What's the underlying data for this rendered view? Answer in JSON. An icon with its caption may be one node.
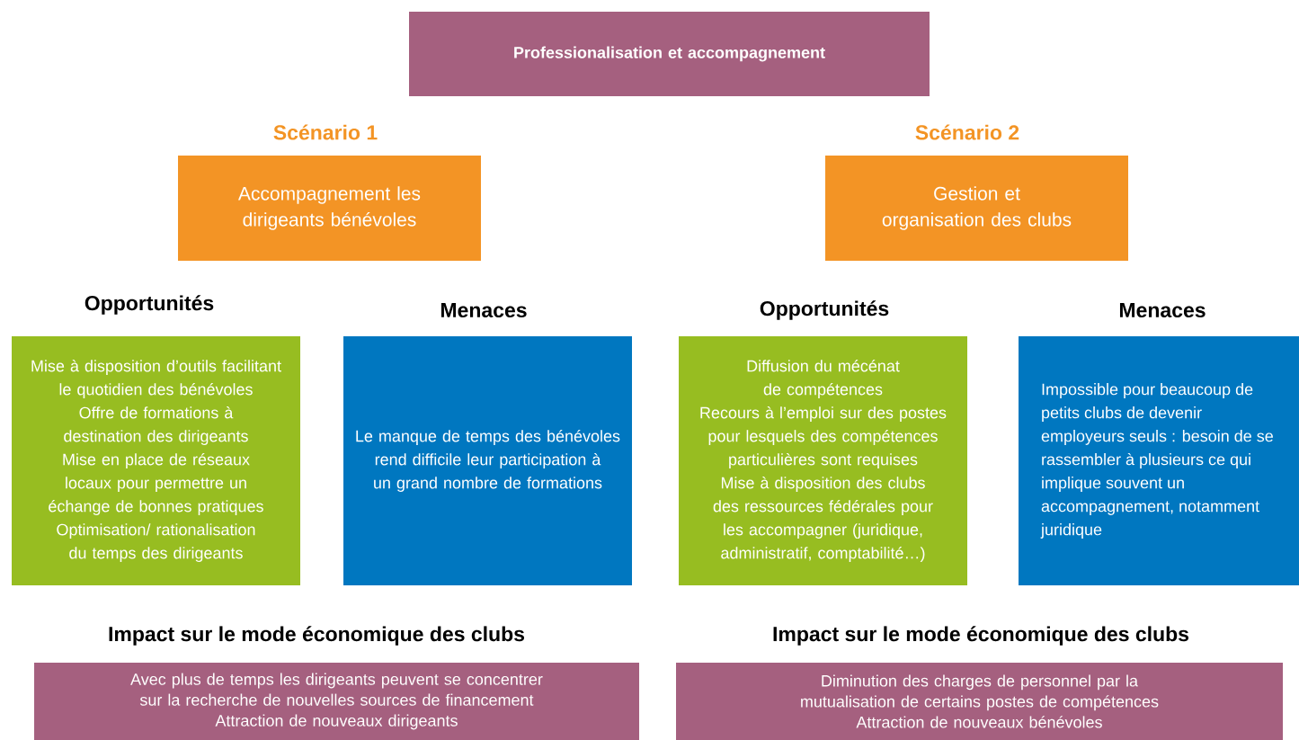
{
  "diagram": {
    "nodes": [
      {
        "text": [
          "Professionalisation et accompagnement"
        ]
      },
      {
        "text": [
          "Scénario 1",
          "Accompagnement les dirigeants bénévoles"
        ]
      },
      {
        "text": [
          "Scénario 2",
          "Gestion et organisation des clubs"
        ]
      },
      {
        "text": [
          "Opportunités",
          "Mise à disposition d’outils facilitant le quotidien des bénévoles",
          "Offre de formations à destination des dirigeants",
          "Mise en place de réseaux locaux pour permettre un échange de bonnes pratiques",
          "Optimisation/ rationalisation du temps des dirigeants"
        ]
      },
      {
        "text": [
          "Menaces",
          "Le manque de temps des bénévoles rend difficile leur participation à un grand nombre de formations"
        ]
      },
      {
        "text": [
          "Opportunités",
          "Diffusion du mécénat de compétences",
          "Recours à l’emploi sur des postes pour lesquels des compétences particulières sont requises",
          "Mise à disposition des clubs des ressources fédérales pour les accompagner (juridique, administratif, comptabilité…)"
        ]
      },
      {
        "text": [
          "Menaces",
          "Impossible pour beaucoup de petits clubs de devenir employeurs seuls : besoin de se rassembler à plusieurs ce qui implique souvent un accompagnement, notamment juridique"
        ]
      },
      {
        "text": [
          "Impact sur le mode économique des clubs",
          "Avec plus de temps les dirigeants peuvent se concentrer sur la recherche de nouvelles sources de financement",
          "Attraction de nouveaux dirigeants"
        ]
      },
      {
        "text": [
          "Impact sur le mode économique des clubs",
          "Diminution des charges de personnel par la mutualisation de certains postes de compétences",
          "Attraction de nouveaux bénévoles"
        ]
      }
    ]
  }
}
